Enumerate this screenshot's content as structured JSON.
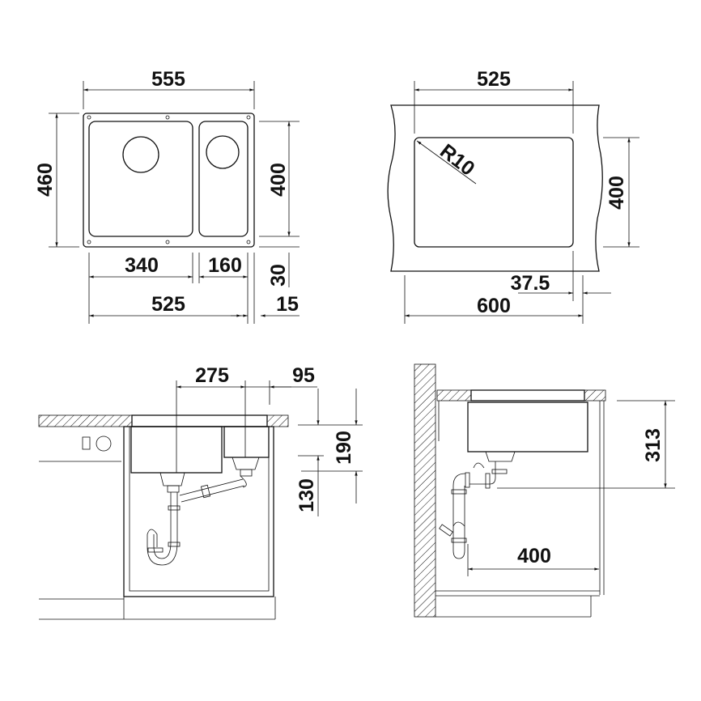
{
  "drawing": {
    "top_view": {
      "overall_width": "555",
      "overall_depth": "460",
      "bowl_depth": "400",
      "rear_offset": "30",
      "left_bowl_width": "340",
      "right_bowl_width": "160",
      "bowls_total_width": "525",
      "side_offset": "15"
    },
    "cutout_view": {
      "bowl_width": "525",
      "bowl_depth": "400",
      "corner_radius": "R10",
      "edge_offset": "37.5",
      "cabinet_width": "600"
    },
    "front_section": {
      "drain_spacing": "275",
      "drain_offset": "95",
      "large_bowl_depth": "190",
      "small_bowl_depth": "130"
    },
    "side_section": {
      "overflow_height": "313",
      "drain_from_wall": "400"
    }
  },
  "colors": {
    "line": "#111111",
    "background": "#ffffff"
  }
}
